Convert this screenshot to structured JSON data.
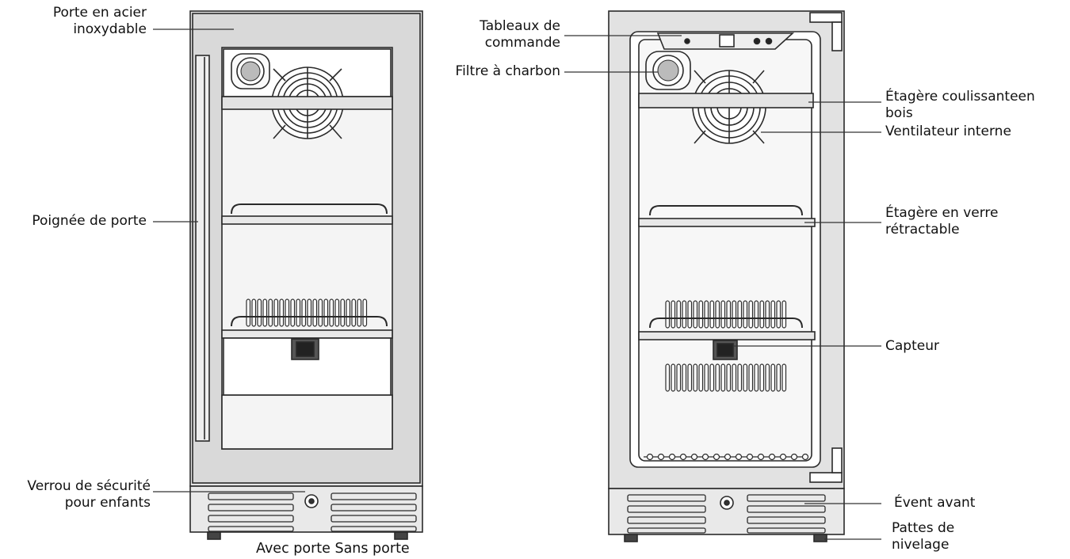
{
  "labels": {
    "door_stainless_1": "Porte en acier",
    "door_stainless_2": "inoxydable",
    "door_handle": "Poignée de porte",
    "child_lock_1": "Verrou de sécurité",
    "child_lock_2": "pour enfants",
    "control_panel_1": "Tableaux de",
    "control_panel_2": "commande",
    "charcoal_filter": "Filtre à charbon",
    "wood_shelf_1": "Étagère coulissanteen",
    "wood_shelf_2": "bois",
    "internal_fan": "Ventilateur interne",
    "glass_shelf_1": "Étagère en verre",
    "glass_shelf_2": "rétractable",
    "sensor": "Capteur",
    "front_vent": "Évent avant",
    "leveling_legs_1": "Pattes de",
    "leveling_legs_2": "nivelage"
  },
  "caption": "Avec porte Sans porte",
  "colors": {
    "stroke": "#2a2a2a",
    "door_fill": "#d9d9d9",
    "interior_fill": "#f4f4f4",
    "line": "#333333"
  }
}
